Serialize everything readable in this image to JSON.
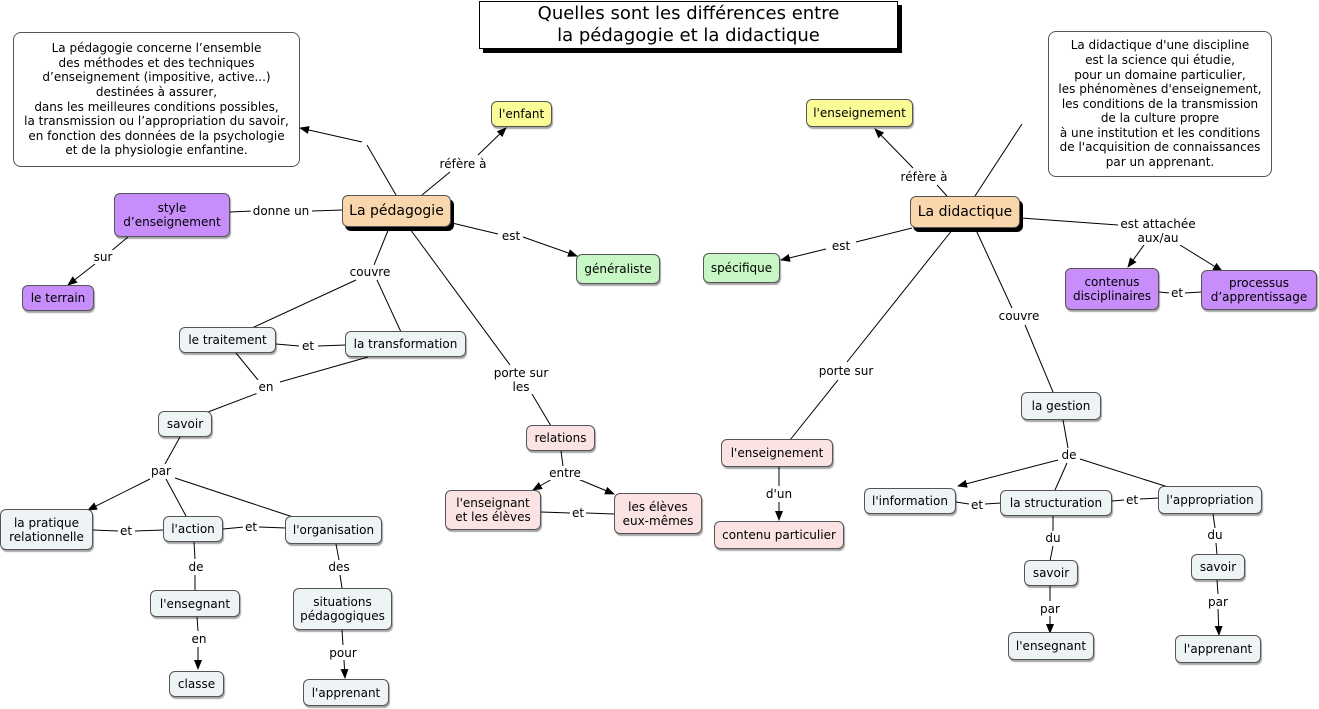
{
  "title": "Quelles sont les différences entre\nla pédagogie et la didactique",
  "nodes": {
    "pedagogie": "La pédagogie",
    "didactique": "La didactique",
    "def_pedagogie": "La pédagogie concerne l’ensemble\ndes méthodes et des techniques\nd’enseignement (impositive, active...)\ndestinées à assurer,\ndans les meilleures conditions possibles,\nla transmission ou l’appropriation du savoir,\nen fonction des données de la psychologie\net de la physiologie enfantine.",
    "def_didactique": "La didactique d'une discipline\nest la science qui étudie,\npour un domaine particulier,\nles phénomènes d'enseignement,\nles conditions de la transmission\nde la culture propre\nà une institution et les conditions\nde l'acquisition de connaissances\npar un apprenant.",
    "enfant": "l'enfant",
    "style": "style\nd’enseignement",
    "terrain": "le terrain",
    "generaliste": "généraliste",
    "traitement": "le traitement",
    "transformation": "la transformation",
    "savoir_left": "savoir",
    "pratique": "la pratique\nrelationnelle",
    "action": "l'action",
    "organisation": "l'organisation",
    "ensegnant_left": "l'ensegnant",
    "classe": "classe",
    "situations": "situations\npédagogiques",
    "apprenant_left": "l'apprenant",
    "relations": "relations",
    "ens_eleves": "l'enseignant\net les élèves",
    "eleves": "les élèves\neux-mêmes",
    "enseignement_top": "l'enseignement",
    "specifique": "spécifique",
    "contenus": "contenus\ndisciplinaires",
    "processus": "processus\nd’apprentissage",
    "enseignement_mid": "l'enseignement",
    "contenu_particulier": "contenu particulier",
    "gestion": "la gestion",
    "information": "l'information",
    "structuration": "la structuration",
    "appropriation": "l'appropriation",
    "savoir_mid": "savoir",
    "savoir_right": "savoir",
    "ensegnant_right": "l'ensegnant",
    "apprenant_right": "l'apprenant"
  },
  "links": {
    "refere_left": "réfère à",
    "donne_un": "donne un",
    "sur": "sur",
    "est_left": "est",
    "couvre_left": "couvre",
    "et_trait": "et",
    "en_savoir": "en",
    "par_left": "par",
    "et_prat": "et",
    "et_org": "et",
    "de_left": "de",
    "en_classe": "en",
    "des": "des",
    "pour": "pour",
    "porte_sur_les": "porte sur\nles",
    "entre": "entre",
    "et_eleves": "et",
    "refere_right": "réfère à",
    "est_right": "est",
    "attachee": "est attachée\naux/au",
    "et_contenus": "et",
    "porte_sur": "porte sur",
    "dun": "d'un",
    "couvre_right": "couvre",
    "de_right": "de",
    "et_info": "et",
    "et_appr": "et",
    "du_mid": "du",
    "du_right": "du",
    "par_mid": "par",
    "par_right": "par"
  }
}
